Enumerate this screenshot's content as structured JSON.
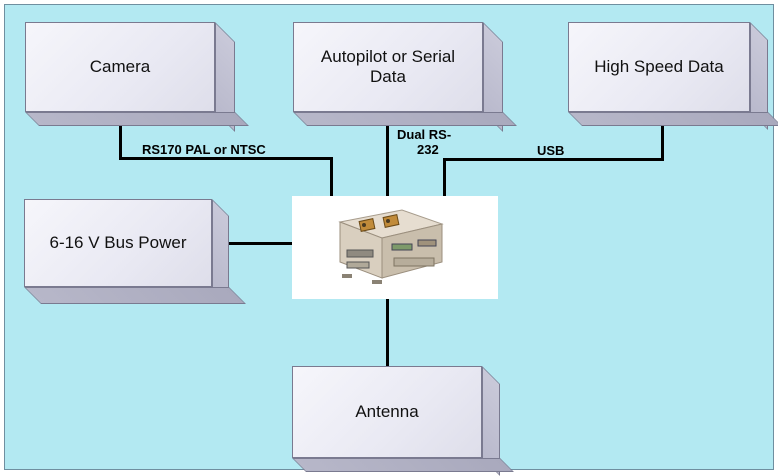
{
  "nodes": {
    "camera": "Camera",
    "autopilot": "Autopilot or Serial Data",
    "high_speed": "High Speed Data",
    "bus_power": "6-16 V Bus Power",
    "antenna": "Antenna"
  },
  "connections": {
    "camera_link": "RS170 PAL or NTSC",
    "autopilot_link_line1": "Dual RS-",
    "autopilot_link_line2": "232",
    "usb_link": "USB"
  },
  "colors": {
    "background": "#b3e9f2",
    "box_face": "#eeeef6",
    "line": "#000000"
  },
  "icons": {
    "center": "radio-modem-device-icon"
  }
}
